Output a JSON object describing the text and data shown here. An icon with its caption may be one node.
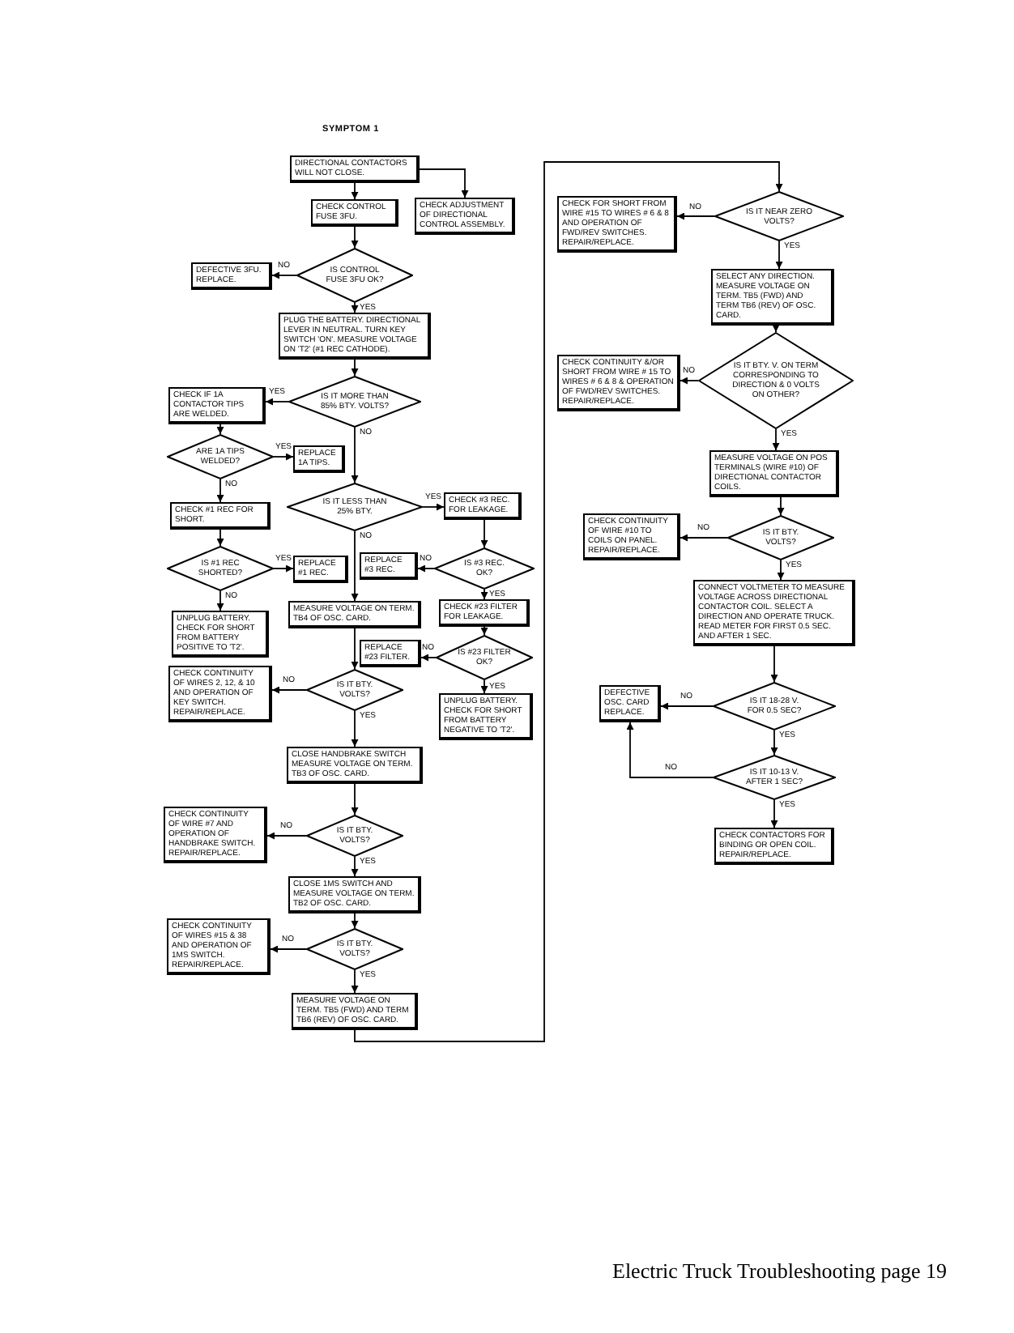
{
  "diagram": {
    "title": "SYMPTOM 1",
    "nodes": [
      {
        "text": [
          "DIRECTIONAL CONTACTORS WILL NOT CLOSE."
        ]
      },
      {
        "text": [
          "CHECK CONTROL FUSE 3FU."
        ]
      },
      {
        "text": [
          "CHECK ADJUSTMENT OF DIRECTIONAL CONTROL ASSEMBLY."
        ]
      },
      {
        "text": [
          "IS CONTROL FUSE 3FU OK?"
        ]
      },
      {
        "text": [
          "DEFECTIVE 3FU. REPLACE."
        ]
      },
      {
        "text": [
          "PLUG THE BATTERY. DIRECTIONAL LEVER IN NEUTRAL. TURN KEY SWITCH 'ON'. MEASURE VOLTAGE ON 'T2' (#1 REC CATHODE)."
        ]
      },
      {
        "text": [
          "IS IT MORE THAN 85% BTY. VOLTS?"
        ]
      },
      {
        "text": [
          "CHECK IF 1A CONTACTOR TIPS ARE WELDED."
        ]
      },
      {
        "text": [
          "ARE 1A TIPS WELDED?"
        ]
      },
      {
        "text": [
          "REPLACE 1A TIPS."
        ]
      },
      {
        "text": [
          "CHECK #1 REC FOR SHORT."
        ]
      },
      {
        "text": [
          "IS IT LESS THAN 25% BTY."
        ]
      },
      {
        "text": [
          "CHECK #3 REC. FOR LEAKAGE."
        ]
      },
      {
        "text": [
          "IS #1 REC SHORTED?"
        ]
      },
      {
        "text": [
          "REPLACE #1 REC."
        ]
      },
      {
        "text": [
          "REPLACE #3 REC."
        ]
      },
      {
        "text": [
          "IS #3 REC. OK?"
        ]
      },
      {
        "text": [
          "UNPLUG BATTERY. CHECK FOR SHORT FROM BATTERY POSITIVE TO 'T2'."
        ]
      },
      {
        "text": [
          "MEASURE VOLTAGE ON TERM. TB4 OF OSC. CARD."
        ]
      },
      {
        "text": [
          "CHECK #23 FILTER FOR LEAKAGE."
        ]
      },
      {
        "text": [
          "REPLACE #23 FILTER."
        ]
      },
      {
        "text": [
          "IS #23 FILTER OK?"
        ]
      },
      {
        "text": [
          "CHECK CONTINUITY OF WIRES 2, 12, & 10 AND OPERATION OF KEY SWITCH. REPAIR/REPLACE."
        ]
      },
      {
        "text": [
          "IS IT BTY. VOLTS?"
        ]
      },
      {
        "text": [
          "UNPLUG BATTERY. CHECK FOR SHORT FROM BATTERY NEGATIVE TO 'T2'."
        ]
      },
      {
        "text": [
          "CLOSE HANDBRAKE SWITCH MEASURE VOLTAGE ON TERM. TB3 OF OSC. CARD."
        ]
      },
      {
        "text": [
          "IS IT BTY. VOLTS?"
        ]
      },
      {
        "text": [
          "CHECK CONTINUITY OF WIRE #7 AND OPERATION OF HANDBRAKE SWITCH. REPAIR/REPLACE."
        ]
      },
      {
        "text": [
          "CLOSE 1MS SWITCH AND MEASURE VOLTAGE ON TERM. TB2 OF OSC. CARD."
        ]
      },
      {
        "text": [
          "IS IT BTY. VOLTS?"
        ]
      },
      {
        "text": [
          "CHECK CONTINUITY OF WIRES #15 & 38 AND OPERATION OF 1MS SWITCH. REPAIR/REPLACE."
        ]
      },
      {
        "text": [
          "MEASURE VOLTAGE ON TERM. TB5 (FWD) AND TERM TB6 (REV) OF OSC. CARD."
        ]
      },
      {
        "text": [
          "IS IT NEAR ZERO VOLTS?"
        ]
      },
      {
        "text": [
          "CHECK FOR SHORT FROM WIRE #15 TO WIRES # 6 & 8 AND OPERATION OF FWD/REV SWITCHES. REPAIR/REPLACE."
        ]
      },
      {
        "text": [
          "SELECT ANY DIRECTION. MEASURE VOLTAGE ON TERM. TB5 (FWD) AND TERM TB6 (REV) OF OSC. CARD."
        ]
      },
      {
        "text": [
          "IS IT BTY. V. ON TERM CORRESPONDING TO DIRECTION & 0 VOLTS ON OTHER?"
        ]
      },
      {
        "text": [
          "CHECK CONTINUITY &/OR SHORT FROM WIRE # 15 TO WIRES # 6 & 8 & OPERATION OF FWD/REV SWITCHES. REPAIR/REPLACE."
        ]
      },
      {
        "text": [
          "MEASURE VOLTAGE ON POS TERMINALS (WIRE #10) OF DIRECTIONAL CONTACTOR COILS."
        ]
      },
      {
        "text": [
          "IS IT BTY. VOLTS?"
        ]
      },
      {
        "text": [
          "CHECK CONTINUITY OF WIRE #10 TO COILS ON PANEL. REPAIR/REPLACE."
        ]
      },
      {
        "text": [
          "CONNECT VOLTMETER TO MEASURE VOLTAGE ACROSS DIRECTIONAL CONTACTOR COIL. SELECT A DIRECTION AND OPERATE TRUCK. READ METER FOR FIRST 0.5 SEC. AND AFTER 1 SEC."
        ]
      },
      {
        "text": [
          "IS IT 18-28 V. FOR 0.5 SEC?"
        ]
      },
      {
        "text": [
          "DEFECTIVE OSC. CARD REPLACE."
        ]
      },
      {
        "text": [
          "IS IT 10-13 V. AFTER 1 SEC?"
        ]
      },
      {
        "text": [
          "CHECK CONTACTORS FOR BINDING OR OPEN COIL. REPAIR/REPLACE."
        ]
      }
    ],
    "edges": [
      {
        "from": 0,
        "to": 1,
        "arrow": "to"
      },
      {
        "from": 0,
        "to": 2,
        "arrow": "to"
      },
      {
        "from": 1,
        "to": 3,
        "arrow": "to"
      },
      {
        "from": 3,
        "to": 4,
        "arrow": "to",
        "label": "NO"
      },
      {
        "from": 3,
        "to": 5,
        "arrow": "to",
        "label": "YES"
      },
      {
        "from": 5,
        "to": 6,
        "arrow": "to"
      },
      {
        "from": 6,
        "to": 7,
        "arrow": "to",
        "label": "YES"
      },
      {
        "from": 6,
        "to": 11,
        "arrow": "to",
        "label": "NO"
      },
      {
        "from": 7,
        "to": 8,
        "arrow": "to"
      },
      {
        "from": 8,
        "to": 9,
        "arrow": "to",
        "label": "YES"
      },
      {
        "from": 8,
        "to": 10,
        "arrow": "to",
        "label": "NO"
      },
      {
        "from": 10,
        "to": 13,
        "arrow": "to"
      },
      {
        "from": 13,
        "to": 14,
        "arrow": "to",
        "label": "YES"
      },
      {
        "from": 13,
        "to": 17,
        "arrow": "to",
        "label": "NO"
      },
      {
        "from": 11,
        "to": 12,
        "arrow": "to",
        "label": "YES"
      },
      {
        "from": 11,
        "to": 18,
        "arrow": "to",
        "label": "NO"
      },
      {
        "from": 12,
        "to": 16,
        "arrow": "to"
      },
      {
        "from": 16,
        "to": 15,
        "arrow": "to",
        "label": "NO"
      },
      {
        "from": 16,
        "to": 19,
        "arrow": "to",
        "label": "YES"
      },
      {
        "from": 19,
        "to": 21,
        "arrow": "to"
      },
      {
        "from": 21,
        "to": 20,
        "arrow": "to",
        "label": "NO"
      },
      {
        "from": 21,
        "to": 24,
        "arrow": "to",
        "label": "YES"
      },
      {
        "from": 18,
        "to": 23,
        "arrow": "to"
      },
      {
        "from": 23,
        "to": 22,
        "arrow": "to",
        "label": "NO"
      },
      {
        "from": 23,
        "to": 25,
        "arrow": "to",
        "label": "YES"
      },
      {
        "from": 25,
        "to": 26,
        "arrow": "to"
      },
      {
        "from": 26,
        "to": 27,
        "arrow": "to",
        "label": "NO"
      },
      {
        "from": 26,
        "to": 28,
        "arrow": "to",
        "label": "YES"
      },
      {
        "from": 28,
        "to": 29,
        "arrow": "to"
      },
      {
        "from": 29,
        "to": 30,
        "arrow": "to",
        "label": "NO"
      },
      {
        "from": 29,
        "to": 31,
        "arrow": "to",
        "label": "YES"
      },
      {
        "from": 31,
        "to": 32,
        "arrow": "to"
      },
      {
        "from": 32,
        "to": 33,
        "arrow": "to",
        "label": "NO"
      },
      {
        "from": 32,
        "to": 34,
        "arrow": "to",
        "label": "YES"
      },
      {
        "from": 34,
        "to": 35,
        "arrow": "to"
      },
      {
        "from": 35,
        "to": 36,
        "arrow": "to",
        "label": "NO"
      },
      {
        "from": 35,
        "to": 37,
        "arrow": "to",
        "label": "YES"
      },
      {
        "from": 37,
        "to": 38,
        "arrow": "to"
      },
      {
        "from": 38,
        "to": 39,
        "arrow": "to",
        "label": "NO"
      },
      {
        "from": 38,
        "to": 40,
        "arrow": "to",
        "label": "YES"
      },
      {
        "from": 40,
        "to": 41,
        "arrow": "to"
      },
      {
        "from": 41,
        "to": 42,
        "arrow": "to",
        "label": "NO"
      },
      {
        "from": 41,
        "to": 43,
        "arrow": "to",
        "label": "YES"
      },
      {
        "from": 43,
        "to": 42,
        "arrow": "to",
        "label": "NO"
      },
      {
        "from": 43,
        "to": 44,
        "arrow": "to",
        "label": "YES"
      }
    ],
    "labels": [
      "Electric Truck Troubleshooting page 19"
    ]
  }
}
